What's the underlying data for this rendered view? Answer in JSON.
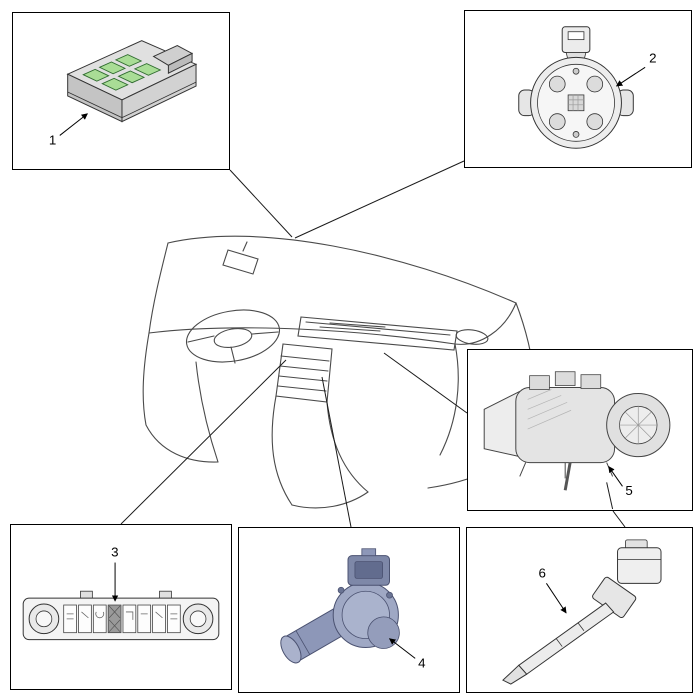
{
  "callouts": [
    "1",
    "2",
    "3",
    "4",
    "5",
    "6"
  ],
  "colors": {
    "box_border": "#000000",
    "sketch_line": "#4a4a4a",
    "component_outline": "#333333",
    "component_fill": "#e8e8e8",
    "module_key_green": "#a9dd96",
    "actuator_blue": "#9aa3c1",
    "background": "#ffffff"
  }
}
